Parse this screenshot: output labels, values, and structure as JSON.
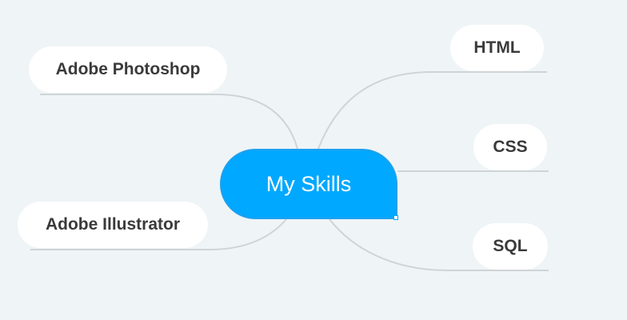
{
  "central_topic": {
    "label": "My Skills",
    "color": "#00a8ff"
  },
  "branches": {
    "left": [
      {
        "label": "Adobe Photoshop"
      },
      {
        "label": "Adobe Illustrator"
      }
    ],
    "right": [
      {
        "label": "HTML"
      },
      {
        "label": "CSS"
      },
      {
        "label": "SQL"
      }
    ]
  },
  "colors": {
    "background": "#eff4f6",
    "node": "#ffffff",
    "connector": "#cfd4d6"
  }
}
